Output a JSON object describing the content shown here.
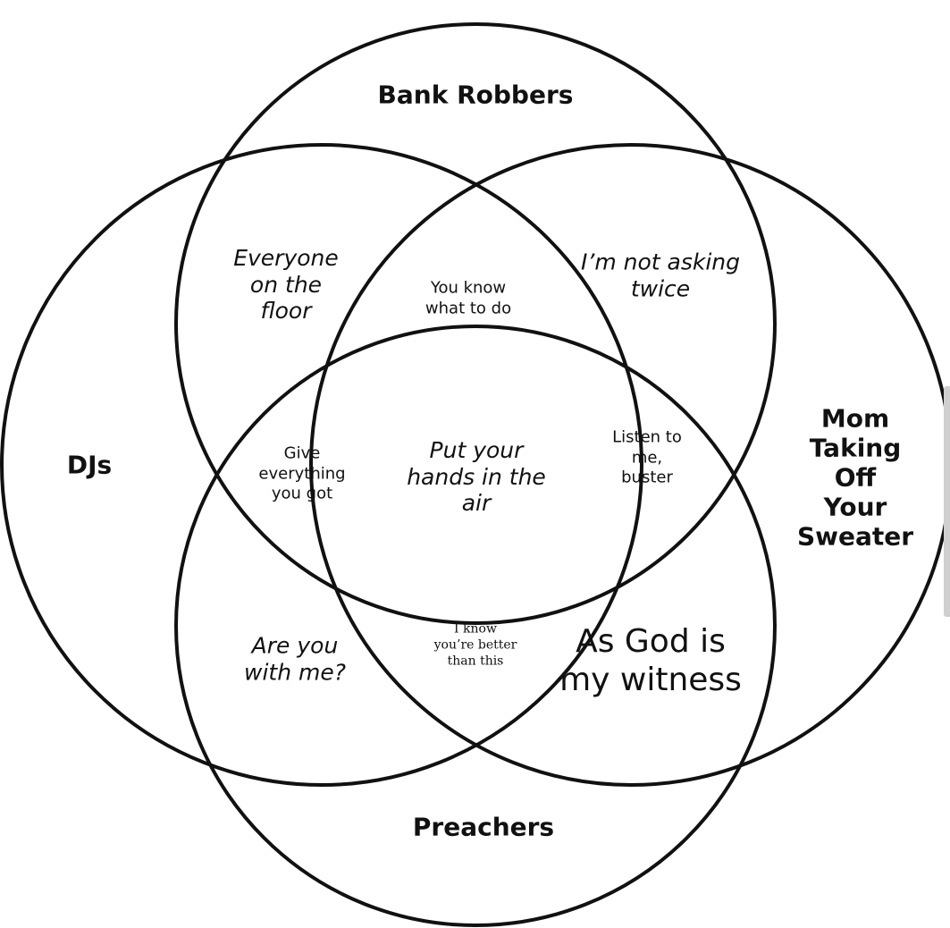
{
  "diagram": {
    "sets": {
      "top": "Bank Robbers",
      "left": "DJs",
      "right": "Mom\nTaking Off\nYour\nSweater",
      "bottom": "Preachers"
    },
    "regions": {
      "top_left": "Everyone\non the\nfloor",
      "top_right": "I’m not asking\ntwice",
      "top_left_right": "You know\nwhat to do",
      "top_left_bottom": "Give\neverything\nyou got",
      "all_four": "Put your\nhands in the\nair",
      "top_right_bottom": "Listen to\nme,\nbuster",
      "left_bottom": "Are you\nwith me?",
      "left_right_bottom": "I know\nyou’re better\nthan this",
      "right_bottom": "As God is\nmy witness"
    }
  }
}
